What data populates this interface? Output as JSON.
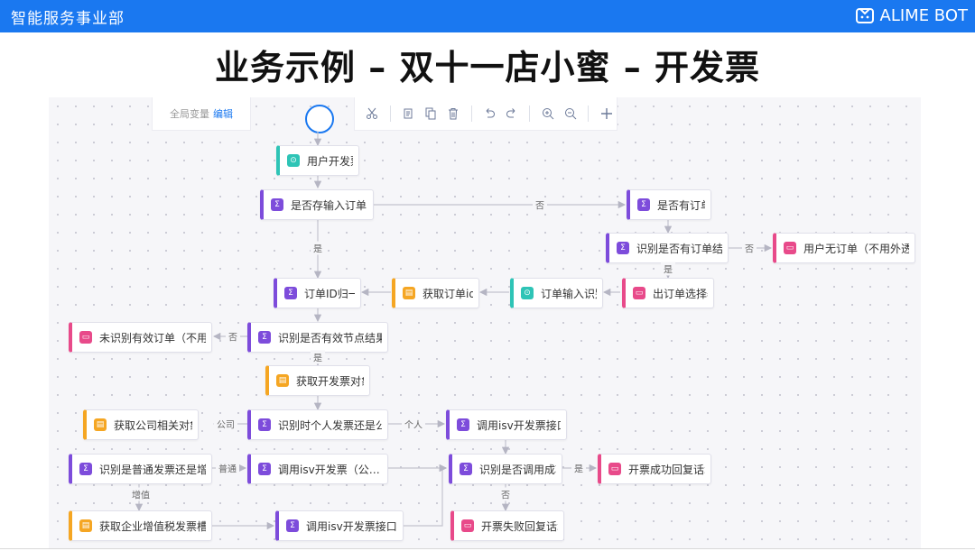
{
  "header": {
    "department": "智能服务事业部",
    "brand": "ALIME BOT",
    "brand_color": "#1a78f0"
  },
  "slide_title": "业务示例 – 双十一店小蜜 – 开发票",
  "editor": {
    "global_vars_label": "全局变量",
    "edit_label": "编辑",
    "toolbar_icons": [
      "cut-icon",
      "copy-icon",
      "paste-icon",
      "delete-icon",
      "undo-icon",
      "redo-icon",
      "zoom-in-icon",
      "zoom-out-icon",
      "add-icon"
    ]
  },
  "node_colors": {
    "condition": "#7d4cdb",
    "trigger": "#2ec4b6",
    "action": "#f5a623",
    "reply": "#e84a8a"
  },
  "nodes": [
    {
      "id": "n_user_invoice",
      "label": "用户开发票",
      "kind": "teal"
    },
    {
      "id": "n_has_orderid",
      "label": "是否存输入订单id",
      "kind": "purple"
    },
    {
      "id": "n_has_order",
      "label": "是否有订单",
      "kind": "purple"
    },
    {
      "id": "n_recog_order_result",
      "label": "识别是否有订单结果",
      "kind": "purple"
    },
    {
      "id": "n_user_no_order",
      "label": "用户无订单（不用外透…",
      "kind": "pink"
    },
    {
      "id": "n_order_selector",
      "label": "出订单选择器",
      "kind": "pink"
    },
    {
      "id": "n_order_input_recog",
      "label": "订单输入识别",
      "kind": "teal"
    },
    {
      "id": "n_get_orderid",
      "label": "获取订单id",
      "kind": "orange"
    },
    {
      "id": "n_orderid_unify",
      "label": "订单ID归一",
      "kind": "purple"
    },
    {
      "id": "n_recog_valid_node",
      "label": "识别是否有效节点结果…",
      "kind": "purple"
    },
    {
      "id": "n_no_valid_order",
      "label": "未识别有效订单（不用…",
      "kind": "pink"
    },
    {
      "id": "n_get_invoice_target",
      "label": "获取开发票对象",
      "kind": "orange"
    },
    {
      "id": "n_recog_personal",
      "label": "识别时个人发票还是公…",
      "kind": "purple"
    },
    {
      "id": "n_get_company",
      "label": "获取公司相关对象",
      "kind": "orange"
    },
    {
      "id": "n_call_isv_1",
      "label": "调用isv开发票接口",
      "kind": "purple"
    },
    {
      "id": "n_recog_normal",
      "label": "识别是普通发票还是增…",
      "kind": "purple"
    },
    {
      "id": "n_call_isv_2",
      "label": "调用isv开发票（公…",
      "kind": "purple"
    },
    {
      "id": "n_recog_call_success",
      "label": "识别是否调用成功",
      "kind": "purple"
    },
    {
      "id": "n_success_reply",
      "label": "开票成功回复话术",
      "kind": "pink"
    },
    {
      "id": "n_get_vat",
      "label": "获取企业增值税发票槽…",
      "kind": "orange"
    },
    {
      "id": "n_call_isv_3",
      "label": "调用isv开发票接口…",
      "kind": "purple"
    },
    {
      "id": "n_fail_reply",
      "label": "开票失败回复话术",
      "kind": "pink"
    }
  ],
  "edge_labels": {
    "no_1": "否",
    "yes_1": "是",
    "no_2": "否",
    "yes_2": "是",
    "no_3": "否",
    "yes_3": "是",
    "company": "公司",
    "personal": "个人",
    "normal": "普通",
    "vat": "增值",
    "yes_4": "是",
    "no_4": "否"
  }
}
